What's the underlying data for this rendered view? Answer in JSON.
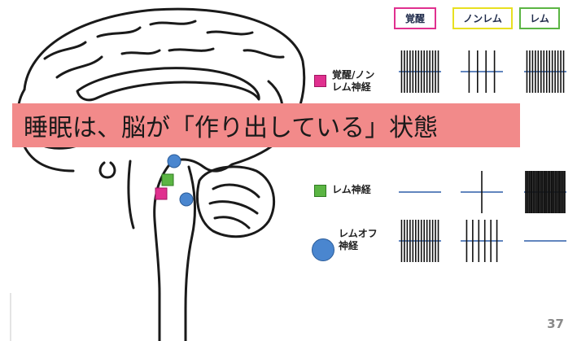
{
  "states": [
    {
      "label": "覚醒",
      "color": "#e0308f"
    },
    {
      "label": "ノンレム",
      "color": "#e8e021"
    },
    {
      "label": "レム",
      "color": "#5bb543"
    }
  ],
  "neurons": [
    {
      "label_line1": "覚醒/ノン",
      "label_line2": "レム神経",
      "marker": "pink-square",
      "color": "#e0308f",
      "rates": [
        1.0,
        0.25,
        1.0
      ]
    },
    {
      "label_line1": "",
      "label_line2": "",
      "marker": "partially-hidden",
      "rates": [
        null,
        null,
        null
      ]
    },
    {
      "label_line1": "レム神経",
      "label_line2": "",
      "marker": "green-square",
      "color": "#5bb543",
      "rates": [
        0,
        0.08,
        1.6
      ]
    },
    {
      "label_line1": "レムオフ",
      "label_line2": "神経",
      "marker": "blue-circle",
      "color": "#4a86cf",
      "rates": [
        1.0,
        0.4,
        0
      ]
    }
  ],
  "banner": {
    "text": "睡眠は、脳が「作り出している」状態",
    "color": "#f28a8a"
  },
  "page_number": "37"
}
